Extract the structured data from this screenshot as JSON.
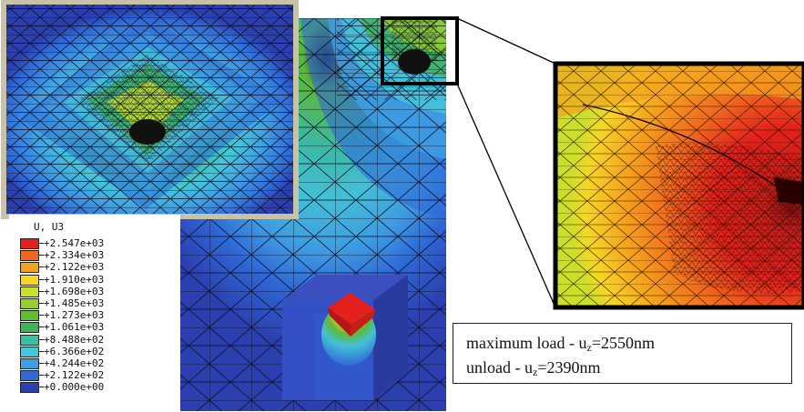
{
  "legend": {
    "title": "U, U3",
    "entries": [
      {
        "label": "+2.547e+03",
        "color": "#e3201b"
      },
      {
        "label": "+2.334e+03",
        "color": "#ef6a1e"
      },
      {
        "label": "+2.122e+03",
        "color": "#f5a21c"
      },
      {
        "label": "+1.910e+03",
        "color": "#f6d625"
      },
      {
        "label": "+1.698e+03",
        "color": "#c9df2b"
      },
      {
        "label": "+1.485e+03",
        "color": "#93cf2c"
      },
      {
        "label": "+1.273e+03",
        "color": "#5fbe34"
      },
      {
        "label": "+1.061e+03",
        "color": "#3fb25a"
      },
      {
        "label": "+8.488e+02",
        "color": "#3cbfa0"
      },
      {
        "label": "+6.366e+02",
        "color": "#45c6d8"
      },
      {
        "label": "+4.244e+02",
        "color": "#3f9fe3"
      },
      {
        "label": "+2.122e+02",
        "color": "#2f6ad8"
      },
      {
        "label": "+0.000e+00",
        "color": "#2b3fae"
      }
    ],
    "last_label": "+0.000e+00"
  },
  "info": {
    "line1_prefix": "maximum load - u",
    "line1_sub": "z",
    "line1_suffix": "=2550nm",
    "line2_prefix": "unload - u",
    "line2_sub": "z",
    "line2_suffix": "=2390nm"
  },
  "colors": {
    "mesh_blue": "#2b3fae",
    "inset_border": "#c9c2a6",
    "zoom_border": "#000000"
  }
}
